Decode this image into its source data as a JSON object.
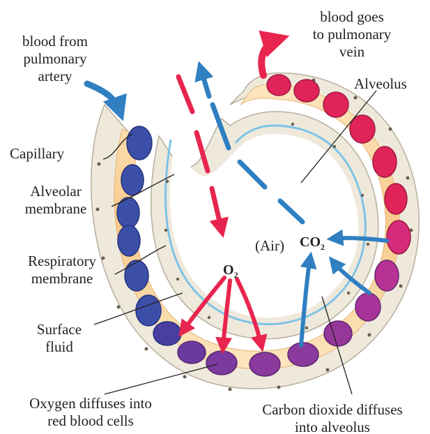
{
  "labels": {
    "blood_from_line1": "blood from",
    "blood_from_line2": "pulmonary",
    "blood_from_line3": "artery",
    "blood_goes_line1": "blood goes",
    "blood_goes_line2": "to pulmonary",
    "blood_goes_line3": "vein",
    "alveolus": "Alveolus",
    "capillary": "Capillary",
    "alveolar_membrane_line1": "Alveolar",
    "alveolar_membrane_line2": "membrane",
    "respiratory_membrane_line1": "Respiratory",
    "respiratory_membrane_line2": "membrane",
    "surface_fluid_line1": "Surface",
    "surface_fluid_line2": "fluid",
    "air": "(Air)",
    "co2_main": "CO",
    "co2_sub": "2",
    "o2_main": "O",
    "o2_sub": "2",
    "oxygen_line1": "Oxygen diffuses into",
    "oxygen_line2": "red blood cells",
    "co2_diffuses_line1": "Carbon dioxide diffuses",
    "co2_diffuses_line2": "into alveolus"
  },
  "colors": {
    "oxygen_arrow": "#e8254e",
    "co2_arrow": "#2f7fc1",
    "deoxygenated_cell": "#3c4fa8",
    "transition_cell": "#8a3a9c",
    "oxygenated_cell": "#e0245a",
    "plasma": "#fbd9a4",
    "membrane": "#9fd3ec",
    "tissue": "#efe9dc"
  }
}
